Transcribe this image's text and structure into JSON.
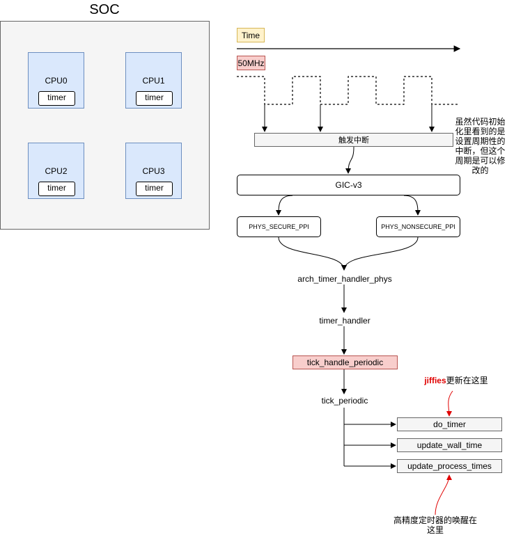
{
  "soc": {
    "title": "SOC",
    "cpus": [
      {
        "label": "CPU0",
        "timer": "timer"
      },
      {
        "label": "CPU1",
        "timer": "timer"
      },
      {
        "label": "CPU2",
        "timer": "timer"
      },
      {
        "label": "CPU3",
        "timer": "timer"
      }
    ]
  },
  "timing": {
    "time_label": "Time",
    "freq_label": "50MHz"
  },
  "flow": {
    "trigger": "触发中断",
    "gic": "GIC-v3",
    "ppi_secure": "PHYS_SECURE_PPI",
    "ppi_nonsecure": "PHYS_NONSECURE_PPI",
    "arch_handler": "arch_timer_handler_phys",
    "timer_handler": "timer_handler",
    "tick_handle_periodic": "tick_handle_periodic",
    "tick_periodic": "tick_periodic",
    "do_timer": "do_timer",
    "update_wall_time": "update_wall_time",
    "update_process_times": "update_process_times"
  },
  "notes": {
    "side": "虽然代码初始化里看到的是设置周期性的中断，但这个周期是可以修改的",
    "jiffies_keyword": "jiffies",
    "jiffies_rest": "更新在这里",
    "hrtimer": "高精度定时器的唤醒在这里"
  },
  "colors": {
    "cpu_fill": "#dae8fc",
    "time_fill": "#fff2cc",
    "highlight_fill": "#f8cecc",
    "note_red": "#e00000"
  }
}
